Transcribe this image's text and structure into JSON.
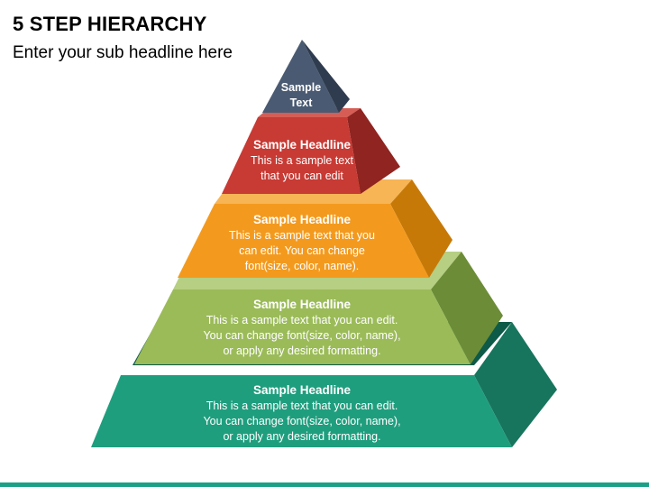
{
  "title": "5 STEP HIERARCHY",
  "subtitle": "Enter your sub headline here",
  "colors": {
    "accent_bar": "#1aa087"
  },
  "levels": [
    {
      "headline": "Sample",
      "text": "Text",
      "front_color": "#4a5a72",
      "side_color": "#2f3c4f",
      "top_color": "#6a7a92"
    },
    {
      "headline": "Sample Headline",
      "text_lines": [
        "This is a sample text",
        "that you can edit"
      ],
      "front_color": "#c83a34",
      "side_color": "#8f2420",
      "top_color": "#d65d55"
    },
    {
      "headline": "Sample Headline",
      "text_lines": [
        "This is a sample text that you",
        "can edit. You can change",
        "font(size, color, name)."
      ],
      "front_color": "#f39a1e",
      "side_color": "#c77908",
      "top_color": "#f7b555"
    },
    {
      "headline": "Sample Headline",
      "text_lines": [
        "This is a sample text that you can edit.",
        "You can change font(size, color, name),",
        "or apply any desired formatting."
      ],
      "front_color": "#9bbb59",
      "side_color": "#6c8c37",
      "top_color": "#b6cf82"
    },
    {
      "headline": "Sample Headline",
      "text_lines": [
        "This is a sample text that you can edit.",
        "You can change font(size, color, name),",
        "or apply any desired formatting."
      ],
      "front_color": "#1f9e7e",
      "side_color": "#17755d",
      "top_color": "#0c5a47"
    }
  ]
}
